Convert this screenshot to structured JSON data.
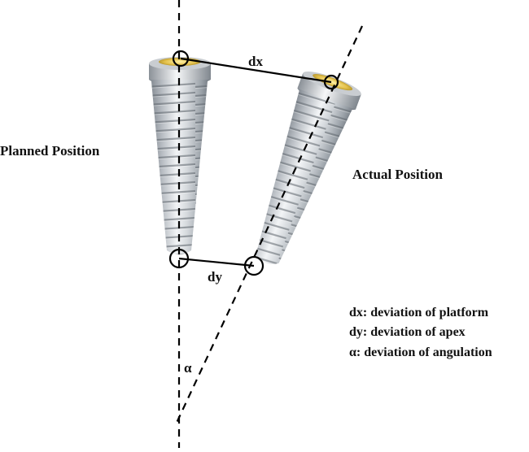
{
  "labels": {
    "planned": "Planned Position",
    "actual": "Actual Position",
    "dx": "dx",
    "dy": "dy",
    "alpha": "α"
  },
  "legend": [
    "dx: deviation of platform",
    "dy: deviation of apex",
    "α: deviation of angulation"
  ],
  "colors": {
    "implant_light": "#e9ecef",
    "implant_dark": "#7c838b",
    "collar_gold": "#d8b23a",
    "line": "#000000"
  }
}
